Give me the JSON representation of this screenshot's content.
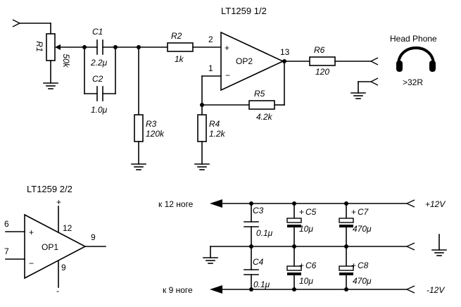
{
  "diagram": {
    "title_top": "LT1259 1/2",
    "title_bottom": "LT1259 2/2",
    "headphone": {
      "label": "Head Phone",
      "impedance": ">32R"
    },
    "op2": {
      "name": "OP2",
      "pin_plus": "2",
      "pin_minus": "1",
      "pin_out": "13",
      "sign_plus": "+",
      "sign_minus": "−"
    },
    "op1": {
      "name": "OP1",
      "pin_plus": "6",
      "pin_minus": "7",
      "pin_out": "9",
      "pin_vplus": "12",
      "pin_vminus": "9",
      "sign_plus": "+",
      "sign_minus": "−",
      "rail_plus": "+",
      "rail_minus": "-"
    },
    "components": {
      "R1": {
        "ref": "R1",
        "value": "50k"
      },
      "C1": {
        "ref": "C1",
        "value": "2.2μ"
      },
      "C2": {
        "ref": "C2",
        "value": "1.0μ"
      },
      "R2": {
        "ref": "R2",
        "value": "1k"
      },
      "R3": {
        "ref": "R3",
        "value": "120k"
      },
      "R4": {
        "ref": "R4",
        "value": "1.2k"
      },
      "R5": {
        "ref": "R5",
        "value": "4.2k"
      },
      "R6": {
        "ref": "R6",
        "value": "120"
      },
      "C3": {
        "ref": "C3",
        "value": "0.1μ"
      },
      "C4": {
        "ref": "C4",
        "value": "0.1μ"
      },
      "C5": {
        "ref": "C5",
        "value": "10μ",
        "polarity": "+"
      },
      "C6": {
        "ref": "C6",
        "value": "10μ",
        "polarity": "+"
      },
      "C7": {
        "ref": "C7",
        "value": "470μ",
        "polarity": "+"
      },
      "C8": {
        "ref": "C8",
        "value": "470μ",
        "polarity": "+"
      }
    },
    "power": {
      "to_pin12": "к 12 ноге",
      "to_pin9": "к 9 ноге",
      "vplus": "+12V",
      "vminus": "-12V"
    }
  }
}
